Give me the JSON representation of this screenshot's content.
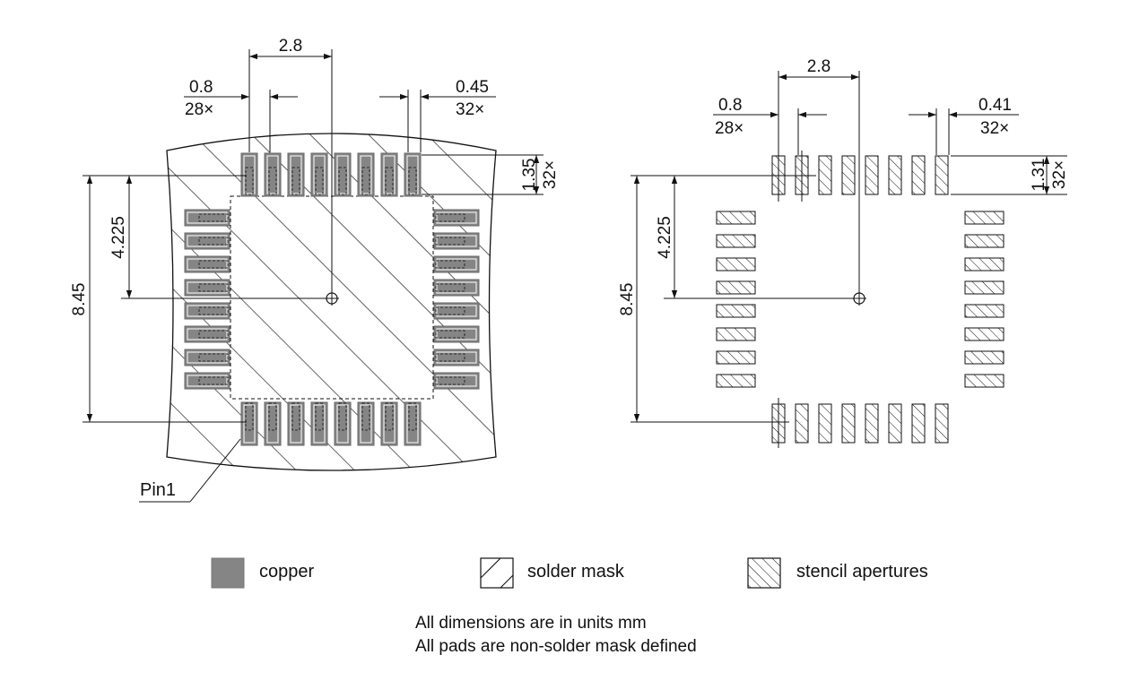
{
  "left_view": {
    "pitch": "2.8",
    "pad_width": "0.8",
    "pad_width_count": "28×",
    "pad_gap": "0.45",
    "pad_gap_count": "32×",
    "pad_length": "1.35",
    "pad_length_count": "32×",
    "half_span": "4.225",
    "span": "8.45",
    "pin_label": "Pin1"
  },
  "right_view": {
    "pitch": "2.8",
    "pad_width": "0.8",
    "pad_width_count": "28×",
    "pad_gap": "0.41",
    "pad_gap_count": "32×",
    "pad_length": "1.31",
    "pad_length_count": "32×",
    "half_span": "4.225",
    "span": "8.45"
  },
  "legend": {
    "copper": "copper",
    "solder_mask": "solder mask",
    "stencil": "stencil apertures"
  },
  "notes": {
    "line1": "All dimensions are in units mm",
    "line2": "All pads are non-solder mask defined"
  },
  "colors": {
    "copper": "#858585",
    "line": "#111111"
  }
}
